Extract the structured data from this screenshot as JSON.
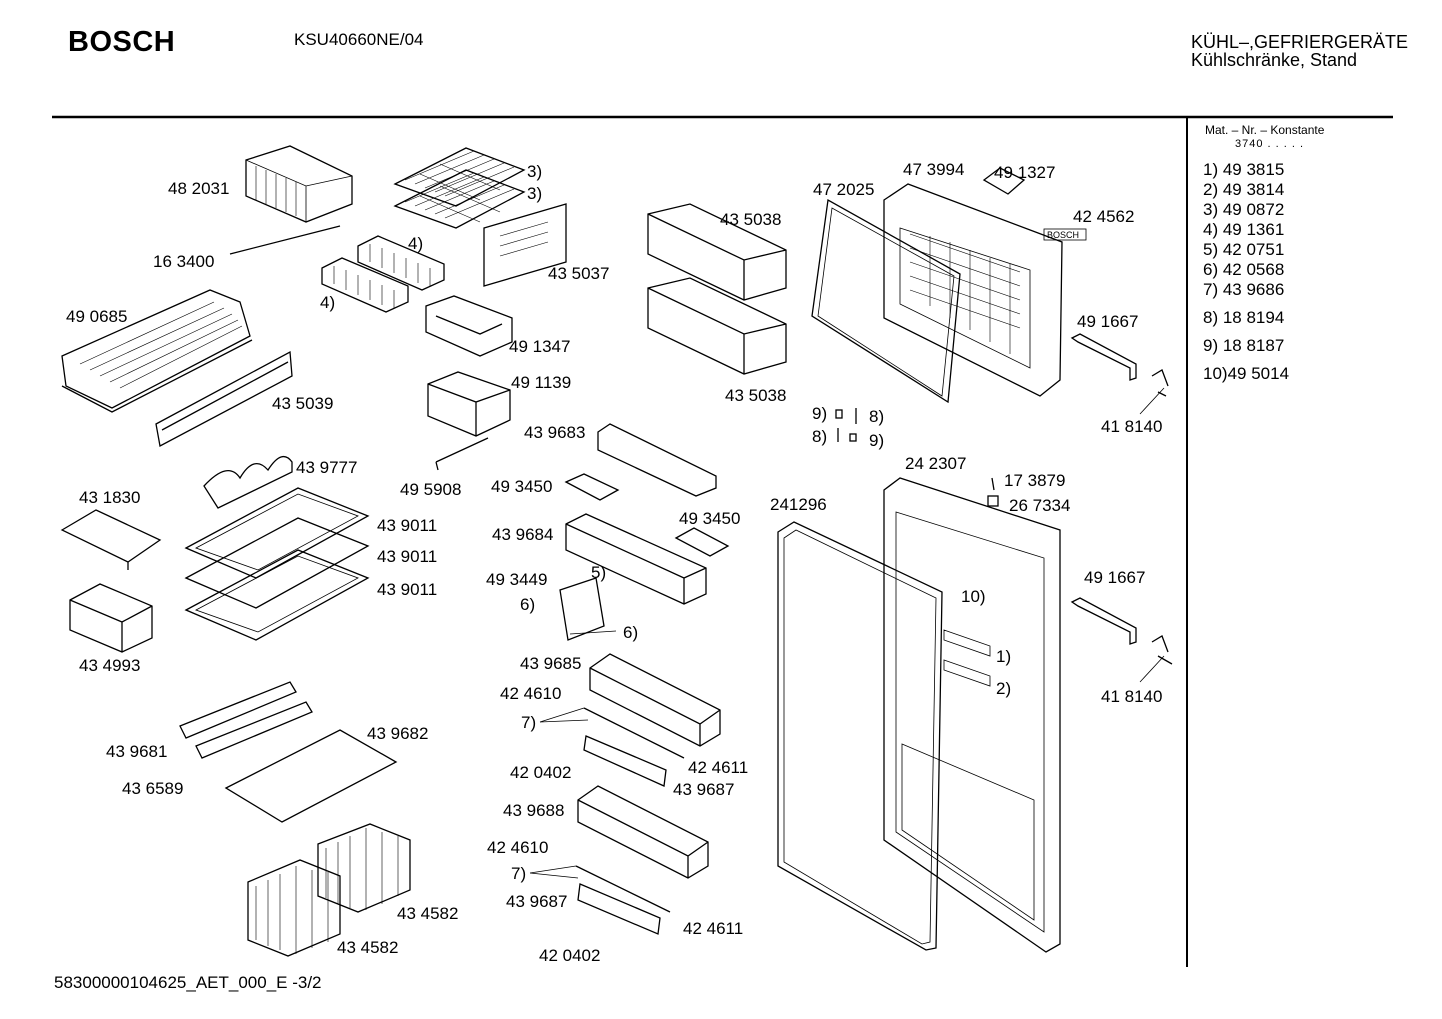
{
  "header": {
    "brand": "BOSCH",
    "model": "KSU40660NE/04",
    "category_line1": "KÜHL–,GEFRIERGERÄTE",
    "category_line2": "Kühlschränke, Stand"
  },
  "sidebar": {
    "mat_header": "Mat. – Nr. – Konstante",
    "mat_constant": "3740 . . . . .",
    "items": [
      "1) 49 3815",
      "2) 49 3814",
      "3) 49 0872",
      "4) 49 1361",
      "5) 42 0751",
      "6) 42 0568",
      "7) 43 9686",
      "8) 18 8194",
      "9) 18 8187",
      "10)49 5014"
    ]
  },
  "parts": {
    "p482031": "48 2031",
    "p163400": "16 3400",
    "p3a": "3)",
    "p3b": "3)",
    "p4a": "4)",
    "p4b": "4)",
    "p435037": "43 5037",
    "p490685": "49 0685",
    "p435039": "43 5039",
    "p491347": "49 1347",
    "p491139": "49 1139",
    "p495908": "49 5908",
    "p435038a": "43 5038",
    "p435038b": "43 5038",
    "p472025": "47 2025",
    "p473994": "47 3994",
    "p491327": "49 1327",
    "p424562": "42 4562",
    "p491667a": "49 1667",
    "p418140a": "41 8140",
    "p9a": "9)",
    "p8a": "8)",
    "p8b": "8)",
    "p9b": "9)",
    "p439777": "43 9777",
    "p431830": "43 1830",
    "p439011a": "43 9011",
    "p439011b": "43 9011",
    "p439011c": "43 9011",
    "p434993": "43 4993",
    "p439683": "43 9683",
    "p493450a": "49 3450",
    "p493450b": "49 3450",
    "p439684": "43 9684",
    "p493449": "49 3449",
    "p5": "5)",
    "p6a": "6)",
    "p6b": "6)",
    "p242307": "24 2307",
    "p173879": "17 3879",
    "p267334": "26 7334",
    "p241296": "241296",
    "p10": "10)",
    "p491667b": "49 1667",
    "p1": "1)",
    "p2": "2)",
    "p418140b": "41 8140",
    "p439685": "43 9685",
    "p424610a": "42 4610",
    "p7a": "7)",
    "p420402a": "42 0402",
    "p424611a": "42 4611",
    "p439687a": "43 9687",
    "p439682": "43 9682",
    "p439681": "43 9681",
    "p436589": "43 6589",
    "p439688": "43 9688",
    "p424610b": "42 4610",
    "p7b": "7)",
    "p439687b": "43 9687",
    "p424611b": "42 4611",
    "p420402b": "42 0402",
    "p434582a": "43 4582",
    "p434582b": "43 4582",
    "door_logo": "BOSCH"
  },
  "footer": {
    "doc_id": "58300000104625_AET_000_E -3/2"
  }
}
